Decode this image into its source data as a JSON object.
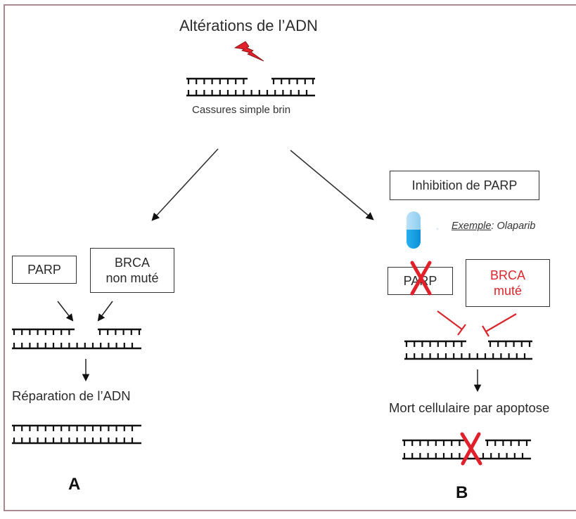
{
  "title": "Altérations de l’ADN",
  "damage_caption": "Cassures simple brin",
  "colors": {
    "frame": "#a98890",
    "ink": "#2b2b2b",
    "inhibition_red": "#d9272e",
    "lightning_red": "#e0202a",
    "capsule_blue": "#1aa3e8",
    "capsule_light": "#9fd5f3"
  },
  "icons": {
    "lightning": "lightning-bolt-icon",
    "capsule": "pill-capsule-icon",
    "cross": "red-cross-icon"
  },
  "pathway_a": {
    "label": "A",
    "box_parp": "PARP",
    "box_brca_line1": "BRCA",
    "box_brca_line2": "non muté",
    "outcome": "Réparation de l’ADN"
  },
  "pathway_b": {
    "label": "B",
    "box_inhibition": "Inhibition de PARP",
    "example_label": "Exemple",
    "example_separator": ":",
    "example_drug": "Olaparib",
    "box_parp": "PARP",
    "box_brca_line1": "BRCA",
    "box_brca_line2": "muté",
    "outcome": "Mort cellulaire par apoptose"
  }
}
